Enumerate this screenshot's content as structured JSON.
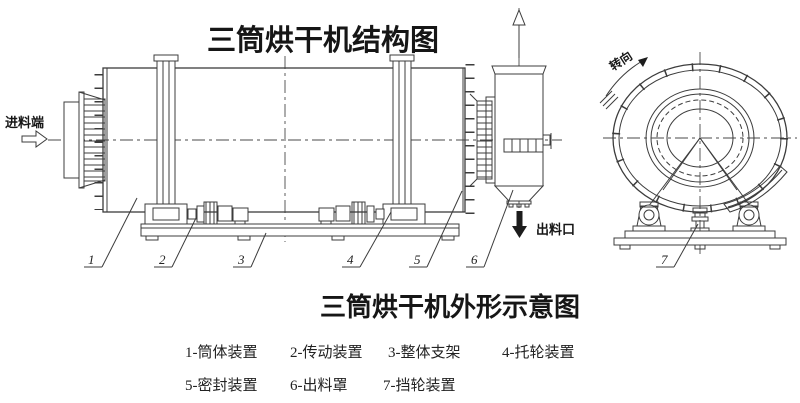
{
  "titles": {
    "structure": "三筒烘干机结构图",
    "outline": "三筒烘干机外形示意图"
  },
  "annotations": {
    "feed_end": "进料端",
    "discharge_port": "出料口",
    "rotation_direction": "转向"
  },
  "callouts": [
    "1",
    "2",
    "3",
    "4",
    "5",
    "6",
    "7"
  ],
  "legend": {
    "row1": [
      "1-筒体装置",
      "2-传动装置",
      "3-整体支架",
      "4-托轮装置"
    ],
    "row2": [
      "5-密封装置",
      "6-出料罩",
      "7-挡轮装置"
    ]
  },
  "colors": {
    "line": "#3c3c3c",
    "text": "#161616",
    "background": "#ffffff"
  }
}
